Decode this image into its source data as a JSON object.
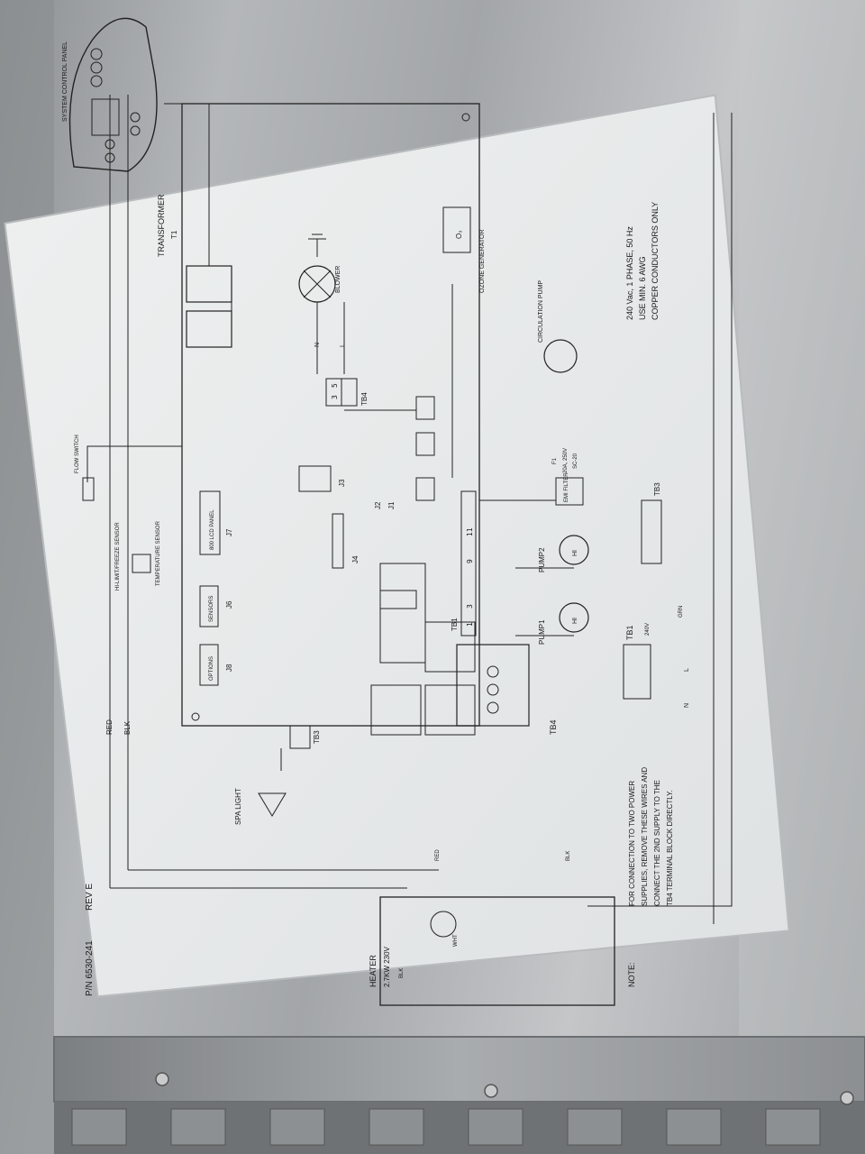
{
  "diagram": {
    "part_number": "P/N 6530-241",
    "revision": "REV E",
    "labels": {
      "system_control_panel": "SYSTEM CONTROL PANEL",
      "transformer": "TRANSFORMER",
      "transformer_id": "T1",
      "blower": "BLOWER",
      "ozone_generator": "OZONE GENERATOR",
      "ozone_symbol": "O₃",
      "circulation_pump": "CIRCULATION PUMP",
      "flow_switch": "FLOW SWITCH",
      "hi_limit_sensor": "HI-LIMIT/FREEZE SENSOR",
      "temperature_sensor": "TEMPERATURE SENSOR",
      "j7_label": "J7",
      "j7_sub": "800 LCD PANEL",
      "j6_label": "J6",
      "j6_sub": "SENSORS",
      "j8_label": "J8",
      "j8_sub": "OPTIONS",
      "j3": "J3",
      "j4": "J4",
      "j2": "J2",
      "j1": "J1",
      "tb3_board": "TB3",
      "tb4_board": "TB4",
      "tb4_top": "TB4",
      "tb1_strip": "TB1",
      "tb1_main": "TB1",
      "tb3_main": "TB3",
      "spa_light": "SPA LIGHT",
      "heater": "HEATER",
      "heater_rating": "2.7KW 230V",
      "pump1": "PUMP1",
      "pump2": "PUMP2",
      "hi": "HI",
      "emi_filter": "EMI FILTER",
      "fuse": "F1",
      "fuse_rating": "20A, 250V",
      "fuse_type": "SC-20",
      "v240": "240V",
      "grn": "GRN",
      "red": "RED",
      "blk": "BLK",
      "wht": "WHT",
      "n": "N",
      "l": "L"
    },
    "terminal_numbers": [
      "1",
      "3",
      "9",
      "11"
    ],
    "tb4_top_terminals": [
      "5",
      "3"
    ],
    "note_title": "NOTE:",
    "note_lines": [
      "FOR CONNECTION TO TWO POWER",
      "SUPPLIES, REMOVE THESE WIRES AND",
      "CONNECT THE 2ND SUPPLY TO THE",
      "TB4 TERMINAL BLOCK DIRECTLY."
    ],
    "supply_lines": [
      "240 Vac, 1 PHASE, 50 Hz",
      "USE MIN. 6 AWG",
      "COPPER CONDUCTORS ONLY"
    ]
  }
}
